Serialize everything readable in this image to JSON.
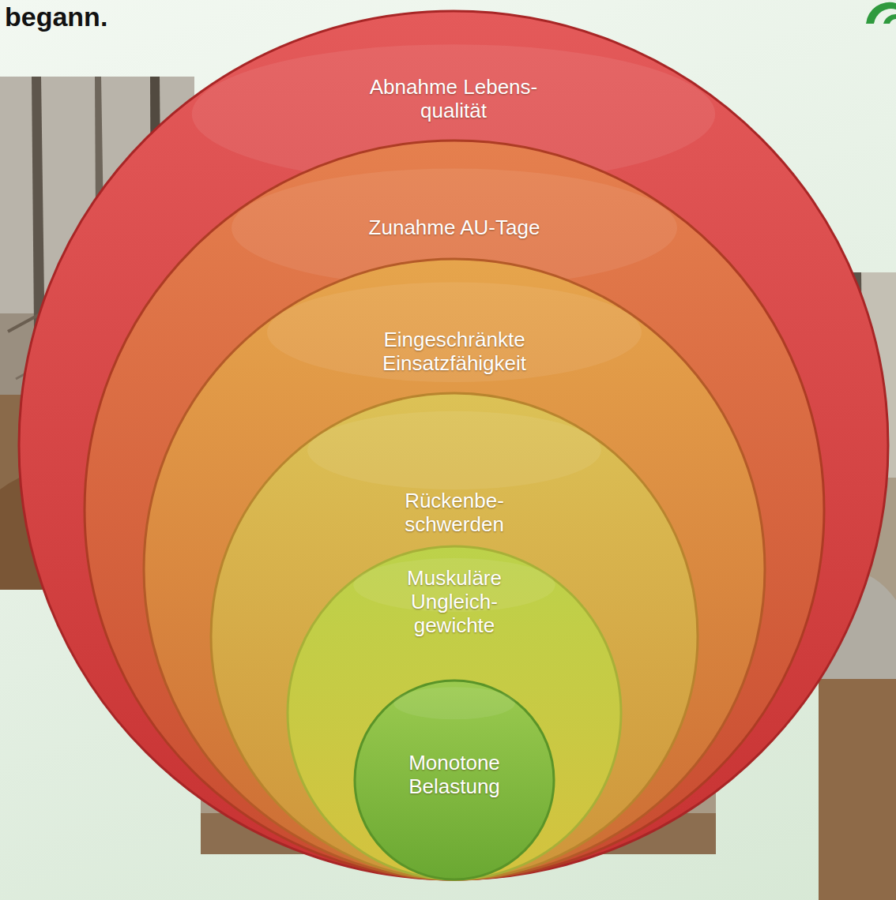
{
  "diagram": {
    "nodes": [
      {
        "text": [
          "Abnahme Lebens- qualität"
        ]
      },
      {
        "text": [
          "Zunahme AU-Tage"
        ],
        "in": 0
      },
      {
        "text": [
          "Eingeschränkte Einsatzfähigkeit"
        ],
        "in": 1
      },
      {
        "text": [
          "Rückenbe- schwerden"
        ],
        "in": 2
      },
      {
        "text": [
          "Muskuläre Ungleich- gewichte"
        ],
        "in": 3
      },
      {
        "text": [
          "Monotone Belastung"
        ],
        "in": 4
      }
    ],
    "labels": [
      "begann."
    ]
  }
}
